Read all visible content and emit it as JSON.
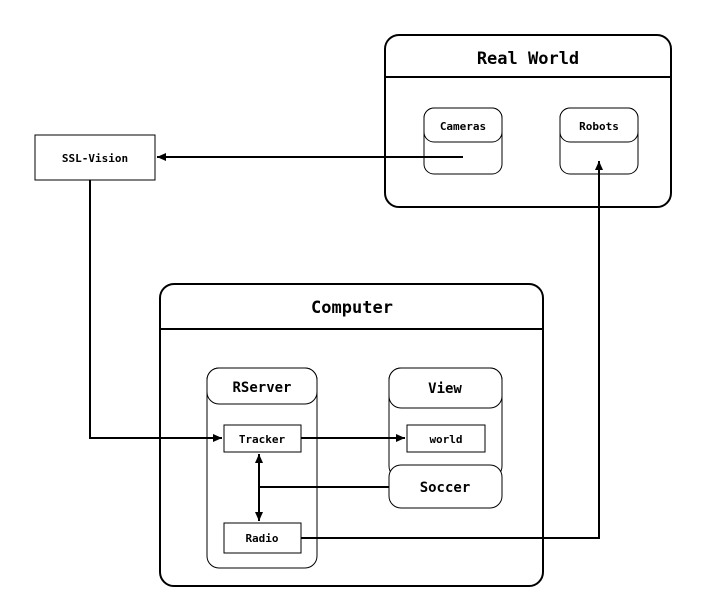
{
  "diagram": {
    "real_world": {
      "title": "Real World",
      "cameras": "Cameras",
      "robots": "Robots"
    },
    "ssl_vision": "SSL-Vision",
    "computer": {
      "title": "Computer",
      "rserver": {
        "title": "RServer",
        "tracker": "Tracker",
        "radio": "Radio"
      },
      "view": {
        "title": "View",
        "world": "world",
        "soccer": "Soccer"
      }
    }
  }
}
